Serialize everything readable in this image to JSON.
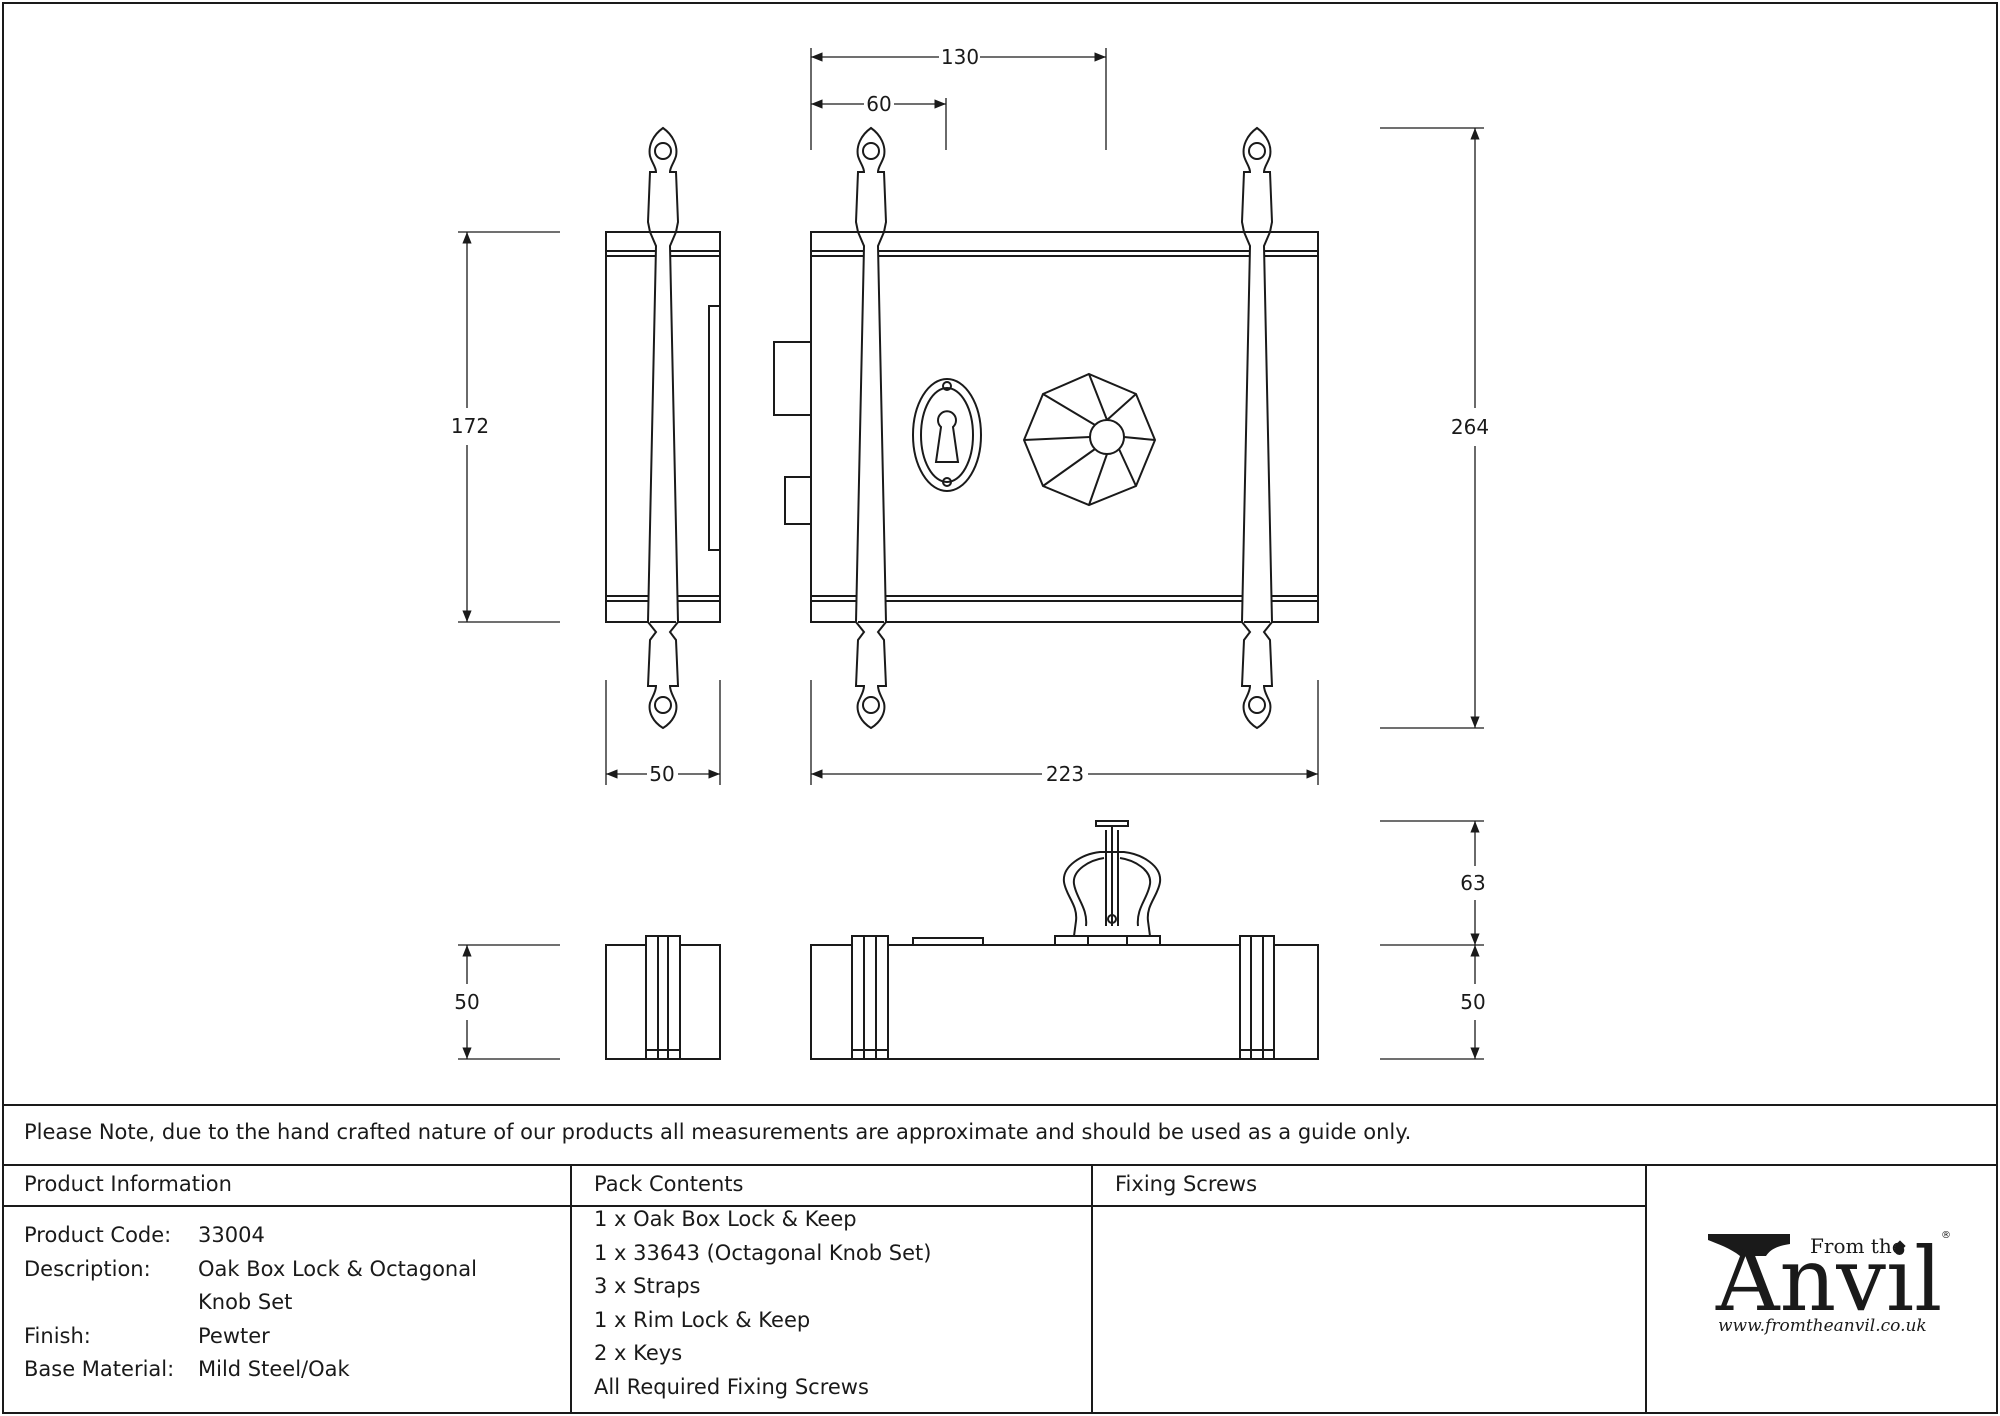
{
  "drawing": {
    "dimensions": {
      "d130": "130",
      "d60": "60",
      "d172": "172",
      "d264": "264",
      "d50_width": "50",
      "d223": "223",
      "d63": "63",
      "d50_left_height": "50",
      "d50_right_height": "50"
    }
  },
  "note": "Please Note, due to the hand crafted nature of our products all measurements are approximate and should be used as a guide only.",
  "product_info": {
    "header": "Product Information",
    "rows": [
      {
        "label": "Product Code:",
        "value": "33004"
      },
      {
        "label": "Description:",
        "value": "Oak Box Lock & Octagonal Knob Set"
      },
      {
        "label": "Finish:",
        "value": "Pewter"
      },
      {
        "label": "Base Material:",
        "value": "Mild Steel/Oak"
      }
    ]
  },
  "pack_contents": {
    "header": "Pack Contents",
    "items": [
      "1 x Oak Box Lock & Keep",
      "1 x 33643 (Octagonal Knob Set)",
      "3 x Straps",
      "1 x Rim Lock & Keep",
      "2 x Keys",
      "All Required Fixing Screws"
    ]
  },
  "fixing_screws": {
    "header": "Fixing Screws"
  },
  "logo": {
    "from_the": "From the",
    "brand": "Anvil",
    "registered": "®",
    "url": "www.fromtheanvil.co.uk"
  }
}
